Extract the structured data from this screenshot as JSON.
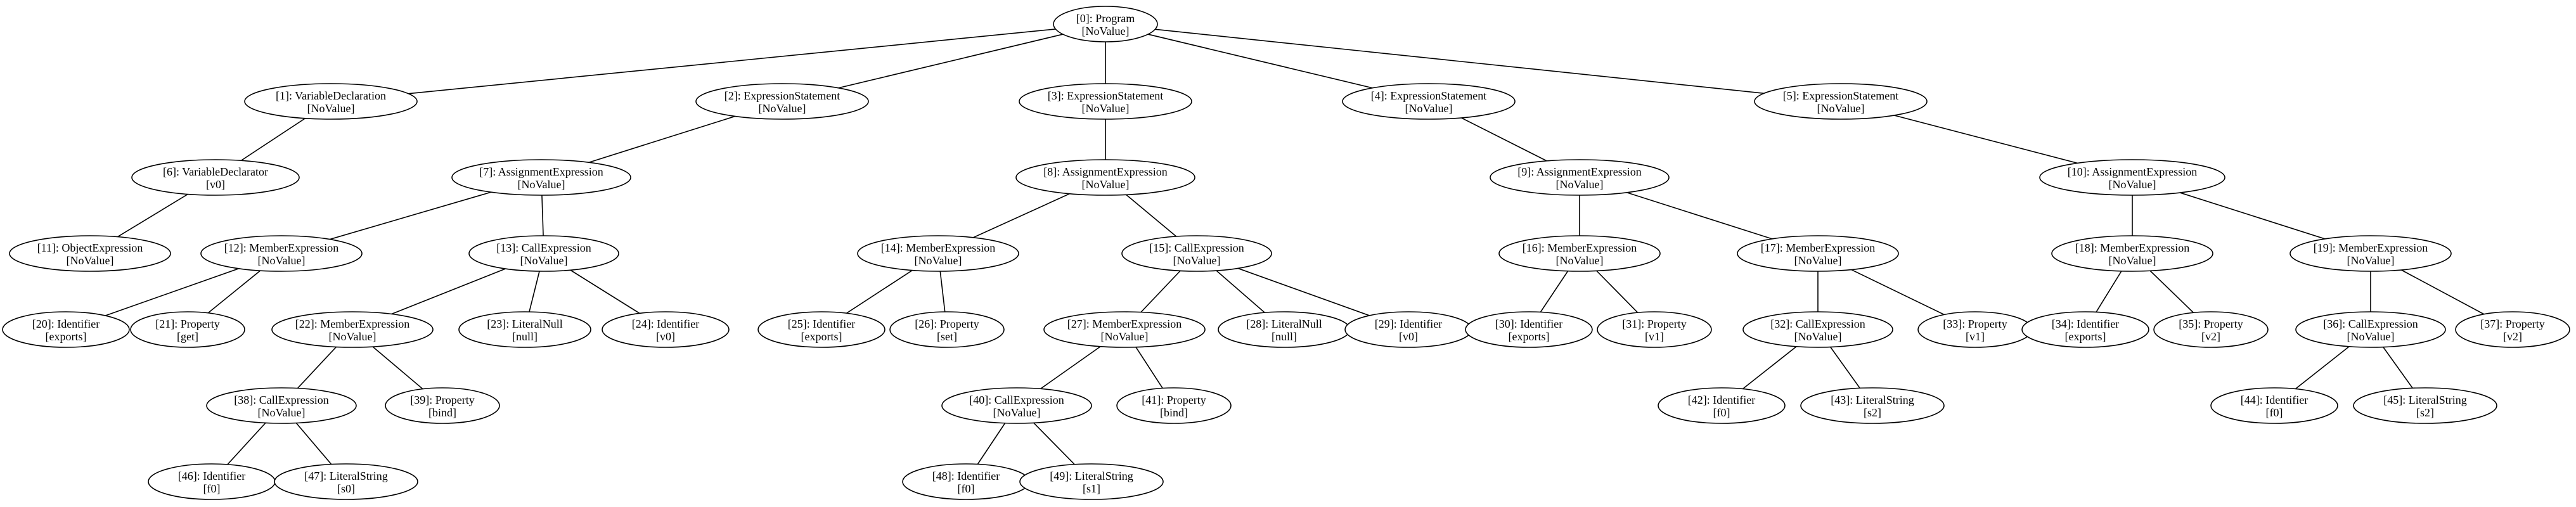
{
  "diagram": {
    "type": "ast-tree",
    "nodes": [
      {
        "id": 0,
        "label": "[0]: Program",
        "value": "[NoValue]"
      },
      {
        "id": 1,
        "label": "[1]: VariableDeclaration",
        "value": "[NoValue]"
      },
      {
        "id": 2,
        "label": "[2]: ExpressionStatement",
        "value": "[NoValue]"
      },
      {
        "id": 3,
        "label": "[3]: ExpressionStatement",
        "value": "[NoValue]"
      },
      {
        "id": 4,
        "label": "[4]: ExpressionStatement",
        "value": "[NoValue]"
      },
      {
        "id": 5,
        "label": "[5]: ExpressionStatement",
        "value": "[NoValue]"
      },
      {
        "id": 6,
        "label": "[6]: VariableDeclarator",
        "value": "[v0]"
      },
      {
        "id": 7,
        "label": "[7]: AssignmentExpression",
        "value": "[NoValue]"
      },
      {
        "id": 8,
        "label": "[8]: AssignmentExpression",
        "value": "[NoValue]"
      },
      {
        "id": 9,
        "label": "[9]: AssignmentExpression",
        "value": "[NoValue]"
      },
      {
        "id": 10,
        "label": "[10]: AssignmentExpression",
        "value": "[NoValue]"
      },
      {
        "id": 11,
        "label": "[11]: ObjectExpression",
        "value": "[NoValue]"
      },
      {
        "id": 12,
        "label": "[12]: MemberExpression",
        "value": "[NoValue]"
      },
      {
        "id": 13,
        "label": "[13]: CallExpression",
        "value": "[NoValue]"
      },
      {
        "id": 14,
        "label": "[14]: MemberExpression",
        "value": "[NoValue]"
      },
      {
        "id": 15,
        "label": "[15]: CallExpression",
        "value": "[NoValue]"
      },
      {
        "id": 16,
        "label": "[16]: MemberExpression",
        "value": "[NoValue]"
      },
      {
        "id": 17,
        "label": "[17]: MemberExpression",
        "value": "[NoValue]"
      },
      {
        "id": 18,
        "label": "[18]: MemberExpression",
        "value": "[NoValue]"
      },
      {
        "id": 19,
        "label": "[19]: MemberExpression",
        "value": "[NoValue]"
      },
      {
        "id": 20,
        "label": "[20]: Identifier",
        "value": "[exports]"
      },
      {
        "id": 21,
        "label": "[21]: Property",
        "value": "[get]"
      },
      {
        "id": 22,
        "label": "[22]: MemberExpression",
        "value": "[NoValue]"
      },
      {
        "id": 23,
        "label": "[23]: LiteralNull",
        "value": "[null]"
      },
      {
        "id": 24,
        "label": "[24]: Identifier",
        "value": "[v0]"
      },
      {
        "id": 25,
        "label": "[25]: Identifier",
        "value": "[exports]"
      },
      {
        "id": 26,
        "label": "[26]: Property",
        "value": "[set]"
      },
      {
        "id": 27,
        "label": "[27]: MemberExpression",
        "value": "[NoValue]"
      },
      {
        "id": 28,
        "label": "[28]: LiteralNull",
        "value": "[null]"
      },
      {
        "id": 29,
        "label": "[29]: Identifier",
        "value": "[v0]"
      },
      {
        "id": 30,
        "label": "[30]: Identifier",
        "value": "[exports]"
      },
      {
        "id": 31,
        "label": "[31]: Property",
        "value": "[v1]"
      },
      {
        "id": 32,
        "label": "[32]: CallExpression",
        "value": "[NoValue]"
      },
      {
        "id": 33,
        "label": "[33]: Property",
        "value": "[v1]"
      },
      {
        "id": 34,
        "label": "[34]: Identifier",
        "value": "[exports]"
      },
      {
        "id": 35,
        "label": "[35]: Property",
        "value": "[v2]"
      },
      {
        "id": 36,
        "label": "[36]: CallExpression",
        "value": "[NoValue]"
      },
      {
        "id": 37,
        "label": "[37]: Property",
        "value": "[v2]"
      },
      {
        "id": 38,
        "label": "[38]: CallExpression",
        "value": "[NoValue]"
      },
      {
        "id": 39,
        "label": "[39]: Property",
        "value": "[bind]"
      },
      {
        "id": 40,
        "label": "[40]: CallExpression",
        "value": "[NoValue]"
      },
      {
        "id": 41,
        "label": "[41]: Property",
        "value": "[bind]"
      },
      {
        "id": 42,
        "label": "[42]: Identifier",
        "value": "[f0]"
      },
      {
        "id": 43,
        "label": "[43]: LiteralString",
        "value": "[s2]"
      },
      {
        "id": 44,
        "label": "[44]: Identifier",
        "value": "[f0]"
      },
      {
        "id": 45,
        "label": "[45]: LiteralString",
        "value": "[s2]"
      },
      {
        "id": 46,
        "label": "[46]: Identifier",
        "value": "[f0]"
      },
      {
        "id": 47,
        "label": "[47]: LiteralString",
        "value": "[s0]"
      },
      {
        "id": 48,
        "label": "[48]: Identifier",
        "value": "[f0]"
      },
      {
        "id": 49,
        "label": "[49]: LiteralString",
        "value": "[s1]"
      }
    ],
    "edges": [
      [
        0,
        1
      ],
      [
        0,
        2
      ],
      [
        0,
        3
      ],
      [
        0,
        4
      ],
      [
        0,
        5
      ],
      [
        1,
        6
      ],
      [
        6,
        11
      ],
      [
        2,
        7
      ],
      [
        7,
        12
      ],
      [
        7,
        13
      ],
      [
        12,
        20
      ],
      [
        12,
        21
      ],
      [
        13,
        22
      ],
      [
        13,
        23
      ],
      [
        13,
        24
      ],
      [
        22,
        38
      ],
      [
        22,
        39
      ],
      [
        38,
        46
      ],
      [
        38,
        47
      ],
      [
        3,
        8
      ],
      [
        8,
        14
      ],
      [
        8,
        15
      ],
      [
        14,
        25
      ],
      [
        14,
        26
      ],
      [
        15,
        27
      ],
      [
        15,
        28
      ],
      [
        15,
        29
      ],
      [
        27,
        40
      ],
      [
        27,
        41
      ],
      [
        40,
        48
      ],
      [
        40,
        49
      ],
      [
        4,
        9
      ],
      [
        9,
        16
      ],
      [
        9,
        17
      ],
      [
        16,
        30
      ],
      [
        16,
        31
      ],
      [
        17,
        32
      ],
      [
        17,
        33
      ],
      [
        32,
        42
      ],
      [
        32,
        43
      ],
      [
        5,
        10
      ],
      [
        10,
        18
      ],
      [
        10,
        19
      ],
      [
        18,
        34
      ],
      [
        18,
        35
      ],
      [
        19,
        36
      ],
      [
        19,
        37
      ],
      [
        36,
        44
      ],
      [
        36,
        45
      ]
    ]
  }
}
